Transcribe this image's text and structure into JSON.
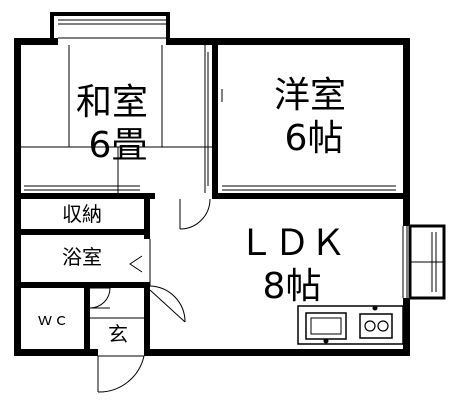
{
  "colors": {
    "wall": "#000000",
    "background": "#ffffff",
    "line": "#000000"
  },
  "rooms": {
    "washitsu": {
      "name": "和室",
      "size": "6畳"
    },
    "youshitsu": {
      "name": "洋室",
      "size": "6帖"
    },
    "ldk": {
      "name": "ＬＤＫ",
      "size": "8帖"
    },
    "shuno": {
      "name": "収納"
    },
    "yokushitsu": {
      "name": "浴室"
    },
    "wc": {
      "name": "ｗｃ"
    },
    "genkan": {
      "name": "玄"
    }
  },
  "icons": {
    "sink": "kitchen-sink-icon",
    "stove": "gas-stove-icon"
  }
}
